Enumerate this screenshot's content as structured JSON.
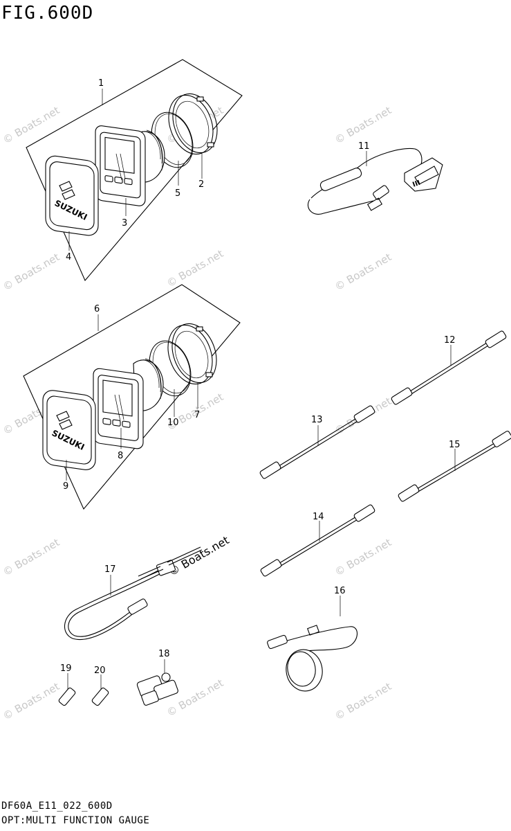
{
  "figure": {
    "title": "FIG.600D",
    "code": "DF60A_E11_022_600D",
    "caption": "OPT:MULTI FUNCTION GAUGE"
  },
  "watermark": {
    "text": "© Boats.net"
  },
  "callouts": [
    "1",
    "2",
    "3",
    "4",
    "5",
    "6",
    "7",
    "8",
    "9",
    "10",
    "11",
    "12",
    "13",
    "14",
    "15",
    "16",
    "17",
    "18",
    "19",
    "20"
  ],
  "logo_text": "SUZUKI",
  "sensor_label": "III"
}
